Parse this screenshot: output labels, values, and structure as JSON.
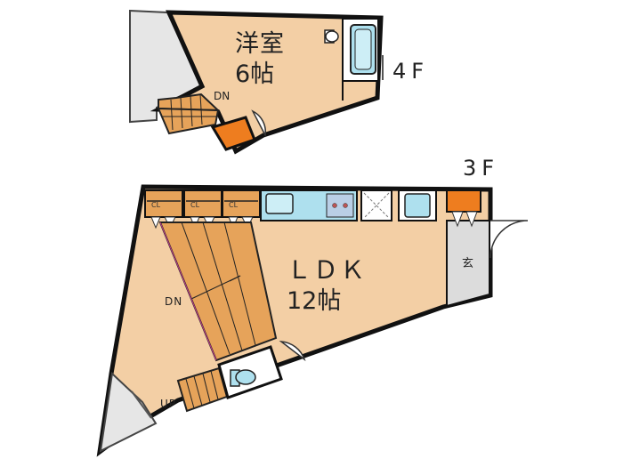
{
  "floors": {
    "upper": {
      "label": "4F",
      "room_name": "洋室",
      "room_size": "6帖",
      "stair": "DN"
    },
    "lower": {
      "label": "3F",
      "room_name": "ＬＤＫ",
      "room_size": "12帖",
      "stair_down": "DN",
      "stair_up": "UP",
      "entrance": "玄",
      "closets": [
        "CL",
        "CL",
        "CL"
      ]
    }
  },
  "colors": {
    "floor_fill": "#f3cfa5",
    "stair_fill": "#e6a35a",
    "wall": "#111111",
    "storage_orange": "#ee7d1f",
    "fixture_blue": "#aee0ee",
    "balcony_gray": "#e6e6e6"
  }
}
